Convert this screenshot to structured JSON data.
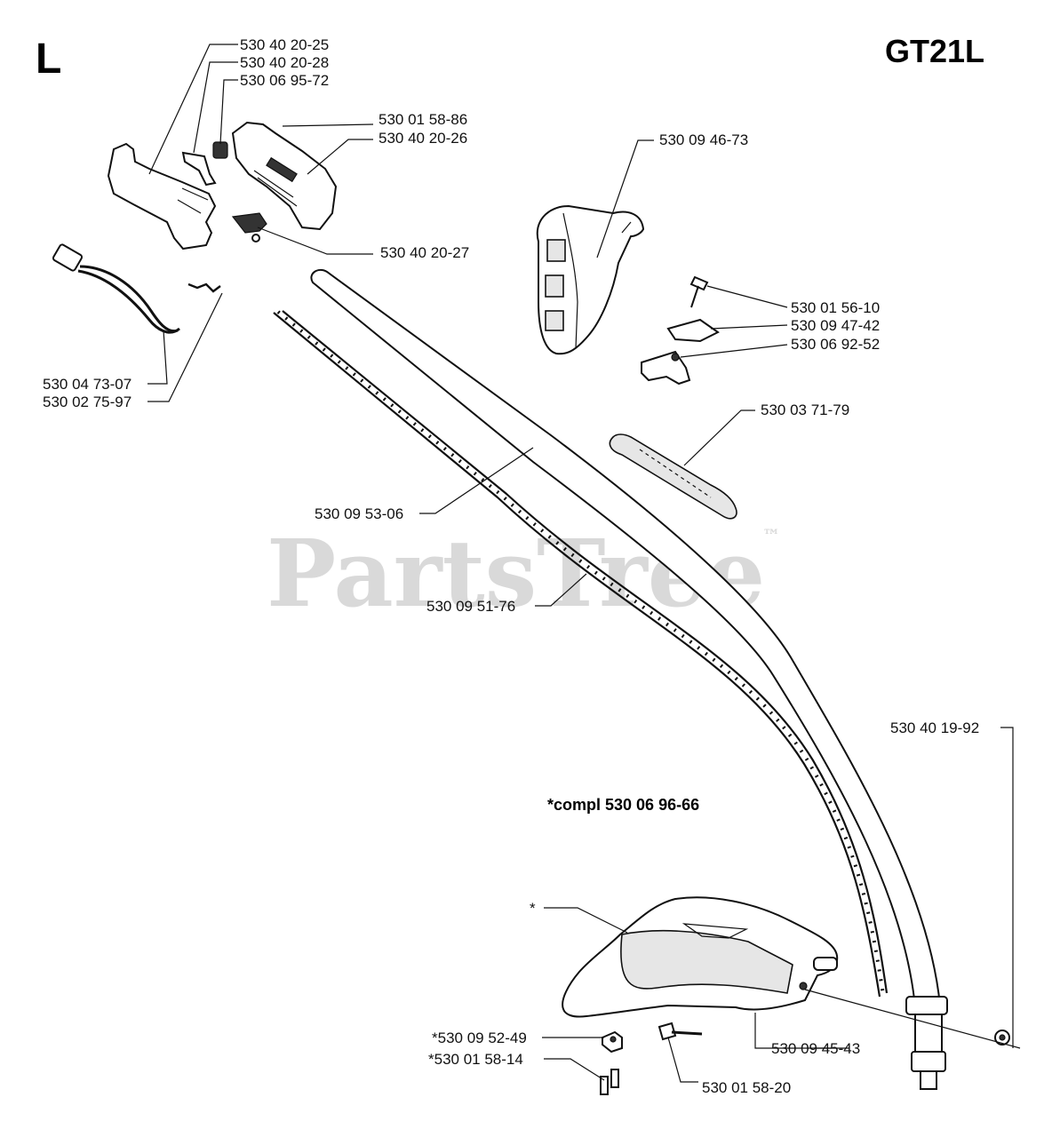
{
  "section_letter": "L",
  "model": "GT21L",
  "watermark": "PartsTree",
  "watermark_tm": "™",
  "assembly_note": "*compl 530 06 96-66",
  "parts": [
    {
      "id": "p1",
      "label": "530 40 20-25"
    },
    {
      "id": "p2",
      "label": "530 40 20-28"
    },
    {
      "id": "p3",
      "label": "530 06 95-72"
    },
    {
      "id": "p4",
      "label": "530 01 58-86"
    },
    {
      "id": "p5",
      "label": "530 40 20-26"
    },
    {
      "id": "p6",
      "label": "530 40 20-27"
    },
    {
      "id": "p7",
      "label": "530 04 73-07"
    },
    {
      "id": "p8",
      "label": "530 02 75-97"
    },
    {
      "id": "p9",
      "label": "530 09 46-73"
    },
    {
      "id": "p10",
      "label": "530 01 56-10"
    },
    {
      "id": "p11",
      "label": "530 09 47-42"
    },
    {
      "id": "p12",
      "label": "530 06 92-52"
    },
    {
      "id": "p13",
      "label": "530 03 71-79"
    },
    {
      "id": "p14",
      "label": "530 09 53-06"
    },
    {
      "id": "p15",
      "label": "530 09 51-76"
    },
    {
      "id": "p16",
      "label": "530 40 19-92"
    },
    {
      "id": "p17",
      "label": "*"
    },
    {
      "id": "p18",
      "label": "*530 09 52-49"
    },
    {
      "id": "p19",
      "label": "*530 01 58-14"
    },
    {
      "id": "p20",
      "label": "530 09 45-43"
    },
    {
      "id": "p21",
      "label": "530 01 58-20"
    }
  ]
}
